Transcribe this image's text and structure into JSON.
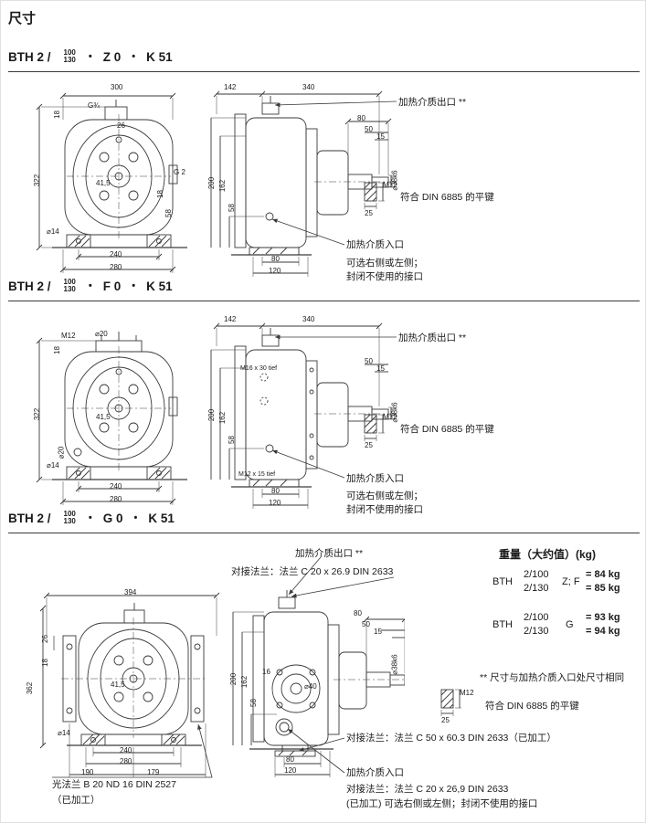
{
  "page": {
    "title": "尺寸"
  },
  "headings": [
    {
      "model": "BTH 2 /",
      "num": "100",
      "den": "130",
      "b1": "•",
      "variant": "Z 0",
      "b2": "•",
      "code": "K 51"
    },
    {
      "model": "BTH 2 /",
      "num": "100",
      "den": "130",
      "b1": "•",
      "variant": "F 0",
      "b2": "•",
      "code": "K 51"
    },
    {
      "model": "BTH 2 /",
      "num": "100",
      "den": "130",
      "b1": "•",
      "variant": "G 0",
      "b2": "•",
      "code": "K 51"
    }
  ],
  "notes": {
    "outlet": "加热介质出口 **",
    "din_key": "符合 DIN 6885 的平键",
    "inlet": "加热介质入口",
    "side1": "可选右侧或左侧；",
    "side2": "封闭不使用的接口"
  },
  "s3notes": {
    "outlet_flange": "对接法兰：法兰 C 20 x 26.9 DIN 2633",
    "bottom_flange": "对接法兰：法兰 C 50 x 60.3 DIN 2633（已加工）",
    "inlet_flange1": "对接法兰：法兰 C 20 x 26,9 DIN 2633",
    "inlet_flange2": "(已加工) 可选右侧或左侧；封闭不使用的接口",
    "blind1": "光法兰 B 20 ND 16 DIN 2527",
    "blind2": "（已加工）",
    "footnote": "** 尺寸与加热介质入口处尺寸相同",
    "din_key": "符合 DIN 6885 的平键"
  },
  "weights": {
    "title": "重量（大约值）(kg)",
    "rows": [
      {
        "brand": "BTH",
        "num": "2/100",
        "den": "2/130",
        "variant": "Z; F",
        "v1": "= 84 kg",
        "v2": "= 85 kg"
      },
      {
        "brand": "BTH",
        "num": "2/100",
        "den": "2/130",
        "variant": "G",
        "v1": "= 93 kg",
        "v2": "= 94 kg"
      }
    ]
  },
  "dims": {
    "z0f": {
      "w": "300",
      "p18": "18",
      "g34": "G¾",
      "p26": "26",
      "h": "322",
      "g2": "G 2",
      "r18": "18",
      "r58": "58",
      "c": "41,5",
      "d14": "⌀14",
      "b240": "240",
      "b280": "280"
    },
    "z0s": {
      "a142": "142",
      "a340": "340",
      "s80": "80",
      "s50": "50",
      "s15": "15",
      "d38": "⌀38k6",
      "m12": "M12",
      "k25": "25",
      "h200": "200",
      "h162": "162",
      "h58": "58",
      "b80": "80",
      "b120": "120"
    },
    "f0f": {
      "m12": "M12",
      "d20": "⌀20",
      "p18": "18",
      "h": "322",
      "c": "41,5",
      "d20b": "⌀20",
      "d14": "⌀14",
      "b240": "240",
      "b280": "280"
    },
    "f0s": {
      "a142": "142",
      "a340": "340",
      "face": "M16 x 30 tief",
      "s50": "50",
      "s15": "15",
      "d38": "⌀38k6",
      "m12": "M12",
      "k25": "25",
      "h200": "200",
      "h162": "162",
      "h58": "58",
      "inlet": "M12 x 15 tief",
      "b80": "80",
      "b120": "120"
    },
    "g0f": {
      "w": "394",
      "h26": "26",
      "h362": "362",
      "p18": "18",
      "c": "41,5",
      "d14": "⌀14",
      "b240": "240",
      "b280": "280",
      "b190": "190",
      "b179": "179"
    },
    "g0s": {
      "s80": "80",
      "s50": "50",
      "s15": "15",
      "d38": "⌀38k6",
      "f16": "16",
      "d40": "⌀40",
      "m12": "M12",
      "k25": "25",
      "h200": "200",
      "h162": "162",
      "h58": "58",
      "b80": "80",
      "b120": "120"
    }
  }
}
